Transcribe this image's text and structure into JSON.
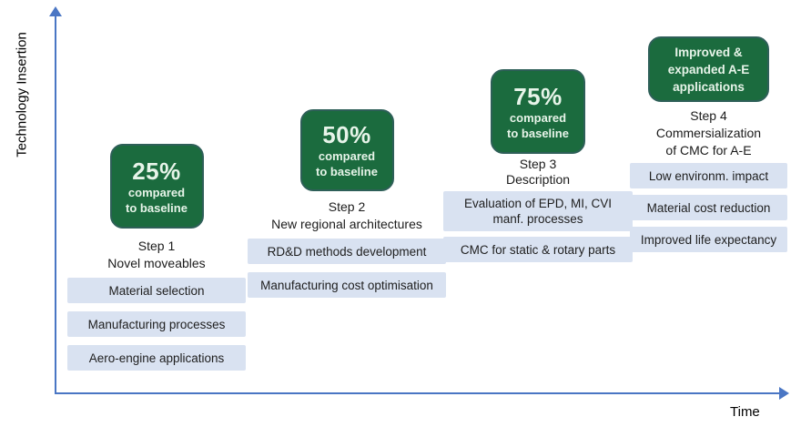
{
  "axes": {
    "y_label": "Technology Insertion",
    "x_label": "Time"
  },
  "colors": {
    "green_fill": "#1B6B3E",
    "green_border": "#2E5F58",
    "green_text": "#E7F4E9",
    "item_fill": "#D9E2F1",
    "item_text": "#1E1E1E",
    "axis": "#4A76C4",
    "label_text": "#000000"
  },
  "steps": [
    {
      "badge_big": "25%",
      "badge_line2": "compared",
      "badge_line3": "to baseline",
      "title": "Step 1",
      "subtitle": "Novel moveables",
      "items": [
        "Material selection",
        "Manufacturing processes",
        "Aero-engine applications"
      ]
    },
    {
      "badge_big": "50%",
      "badge_line2": "compared",
      "badge_line3": "to baseline",
      "title": "Step 2",
      "subtitle": "New regional architectures",
      "items": [
        "RD&D methods development",
        "Manufacturing cost optimisation"
      ]
    },
    {
      "badge_big": "75%",
      "badge_line2": "compared",
      "badge_line3": "to baseline",
      "title": "Step 3",
      "subtitle": "Description",
      "items": [
        "Evaluation of EPD, MI, CVI manf. processes",
        "CMC for static & rotary parts"
      ]
    },
    {
      "badge_line1": "Improved &",
      "badge_line2": "expanded A-E",
      "badge_line3": "applications",
      "title": "Step 4",
      "subtitle": "Commersialization",
      "subtitle2": "of CMC for A-E",
      "items": [
        "Low environm. impact",
        "Material cost reduction",
        "Improved life expectancy"
      ]
    }
  ]
}
